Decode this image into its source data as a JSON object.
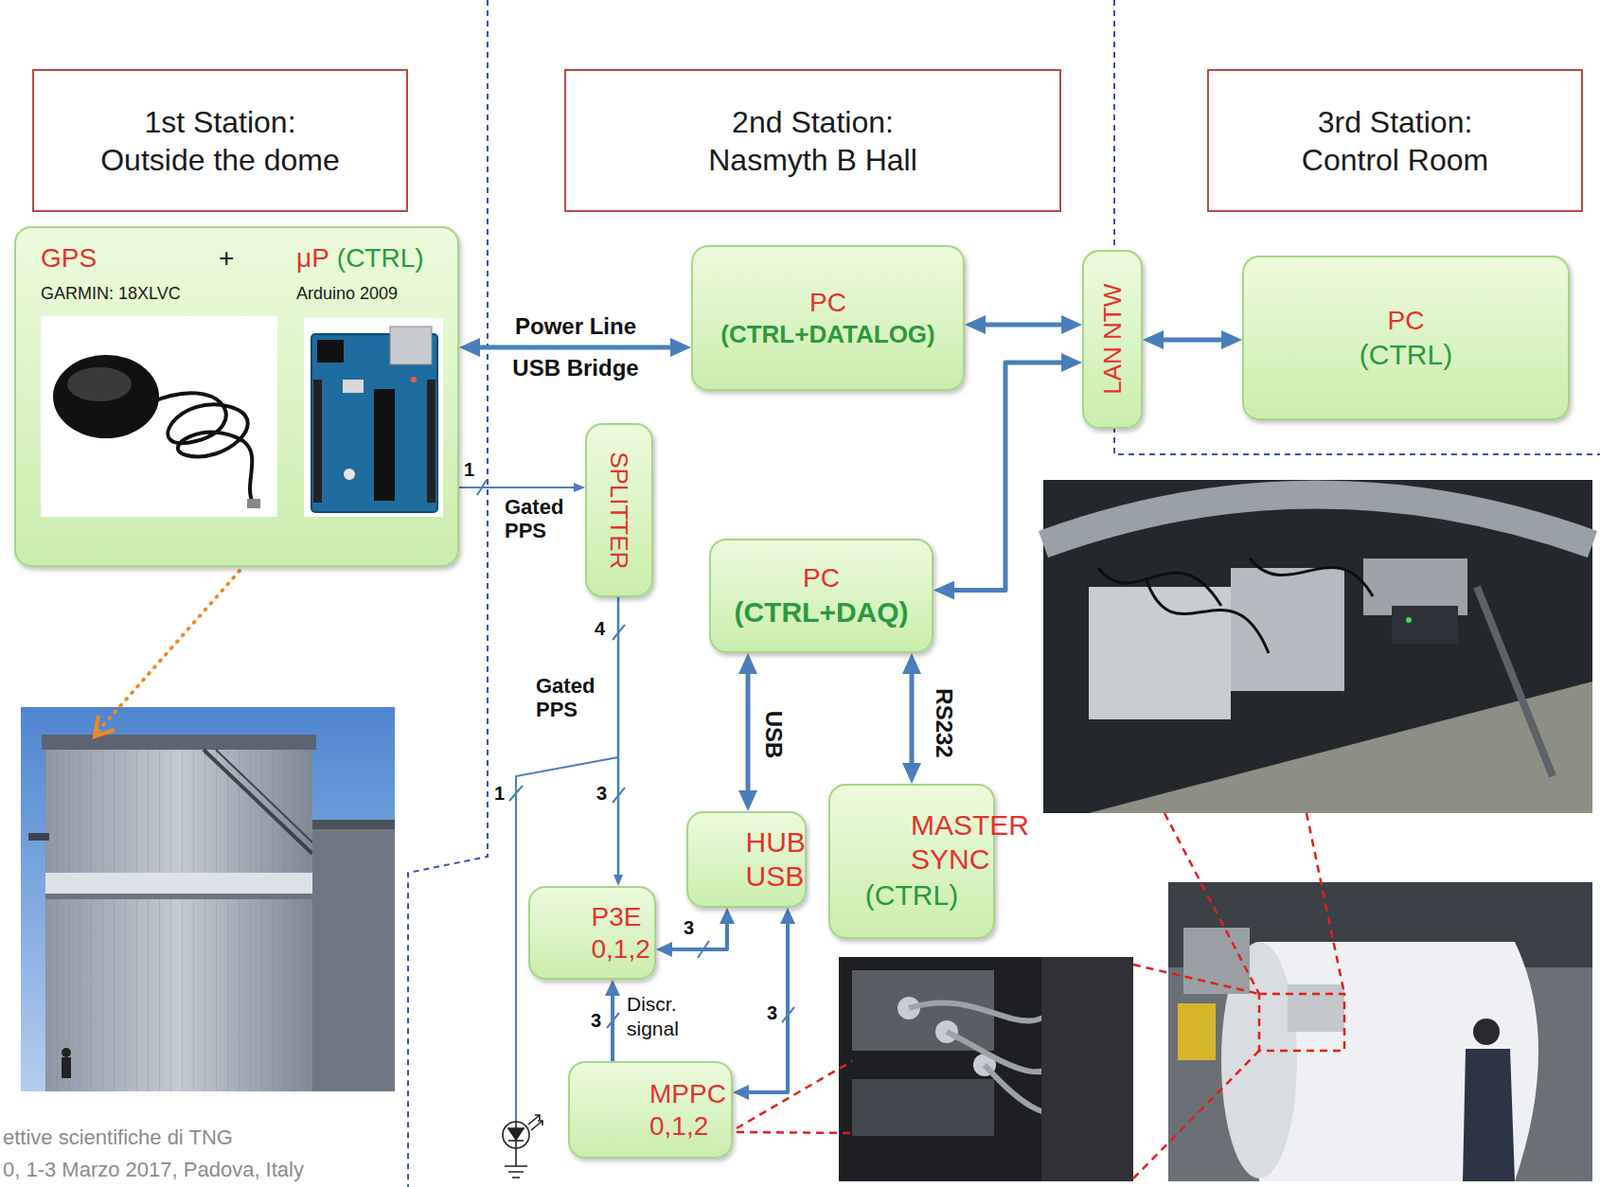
{
  "diagram": {
    "nodes": [
      {
        "text": [
          "1st Station: Outside the dome"
        ]
      },
      {
        "text": [
          "2nd Station: Nasmyth B Hall"
        ]
      },
      {
        "text": [
          "3rd Station: Control Room"
        ]
      },
      {
        "text": [
          "GPS",
          "+",
          "μP",
          "(CTRL)",
          "GARMIN: 18XLVC",
          "Arduino 2009"
        ]
      },
      {
        "text": [
          "PC",
          "(CTRL+DATALOG)"
        ]
      },
      {
        "text": [
          "LAN NTW"
        ]
      },
      {
        "text": [
          "PC",
          "(CTRL)"
        ]
      },
      {
        "text": [
          "SPLITTER"
        ]
      },
      {
        "text": [
          "PC",
          "(CTRL+DAQ)"
        ]
      },
      {
        "text": [
          "HUB USB"
        ]
      },
      {
        "text": [
          "MASTER SYNC",
          "(CTRL)"
        ]
      },
      {
        "text": [
          "P3E 0,1,2"
        ]
      },
      {
        "text": [
          "MPPC 0,1,2"
        ]
      }
    ],
    "edges": [
      {
        "from": 3,
        "to": 4,
        "label": "Power Line USB Bridge",
        "arrow": "both"
      },
      {
        "from": 4,
        "to": 5,
        "arrow": "both"
      },
      {
        "from": 5,
        "to": 6,
        "arrow": "both"
      },
      {
        "from": 5,
        "to": 8,
        "arrow": "both"
      },
      {
        "from": 3,
        "to": 7,
        "arrow": "to"
      },
      {
        "from": 7,
        "to": 11,
        "arrow": "to"
      },
      {
        "from": 8,
        "to": 9,
        "label": "USB",
        "arrow": "both"
      },
      {
        "from": 8,
        "to": 10,
        "label": "RS232",
        "arrow": "both"
      },
      {
        "from": 9,
        "to": 11,
        "arrow": "both"
      },
      {
        "from": 9,
        "to": 12,
        "arrow": "both"
      },
      {
        "from": 12,
        "to": 11,
        "label": "Discr. signal",
        "arrow": "to"
      }
    ],
    "labels": [
      "1",
      "Gated PPS",
      "4",
      "Gated PPS",
      "1",
      "3",
      "3",
      "3",
      "3",
      "ettive scientifiche di TNG",
      "0, 1-3 Marzo 2017, Padova, Italy"
    ]
  }
}
